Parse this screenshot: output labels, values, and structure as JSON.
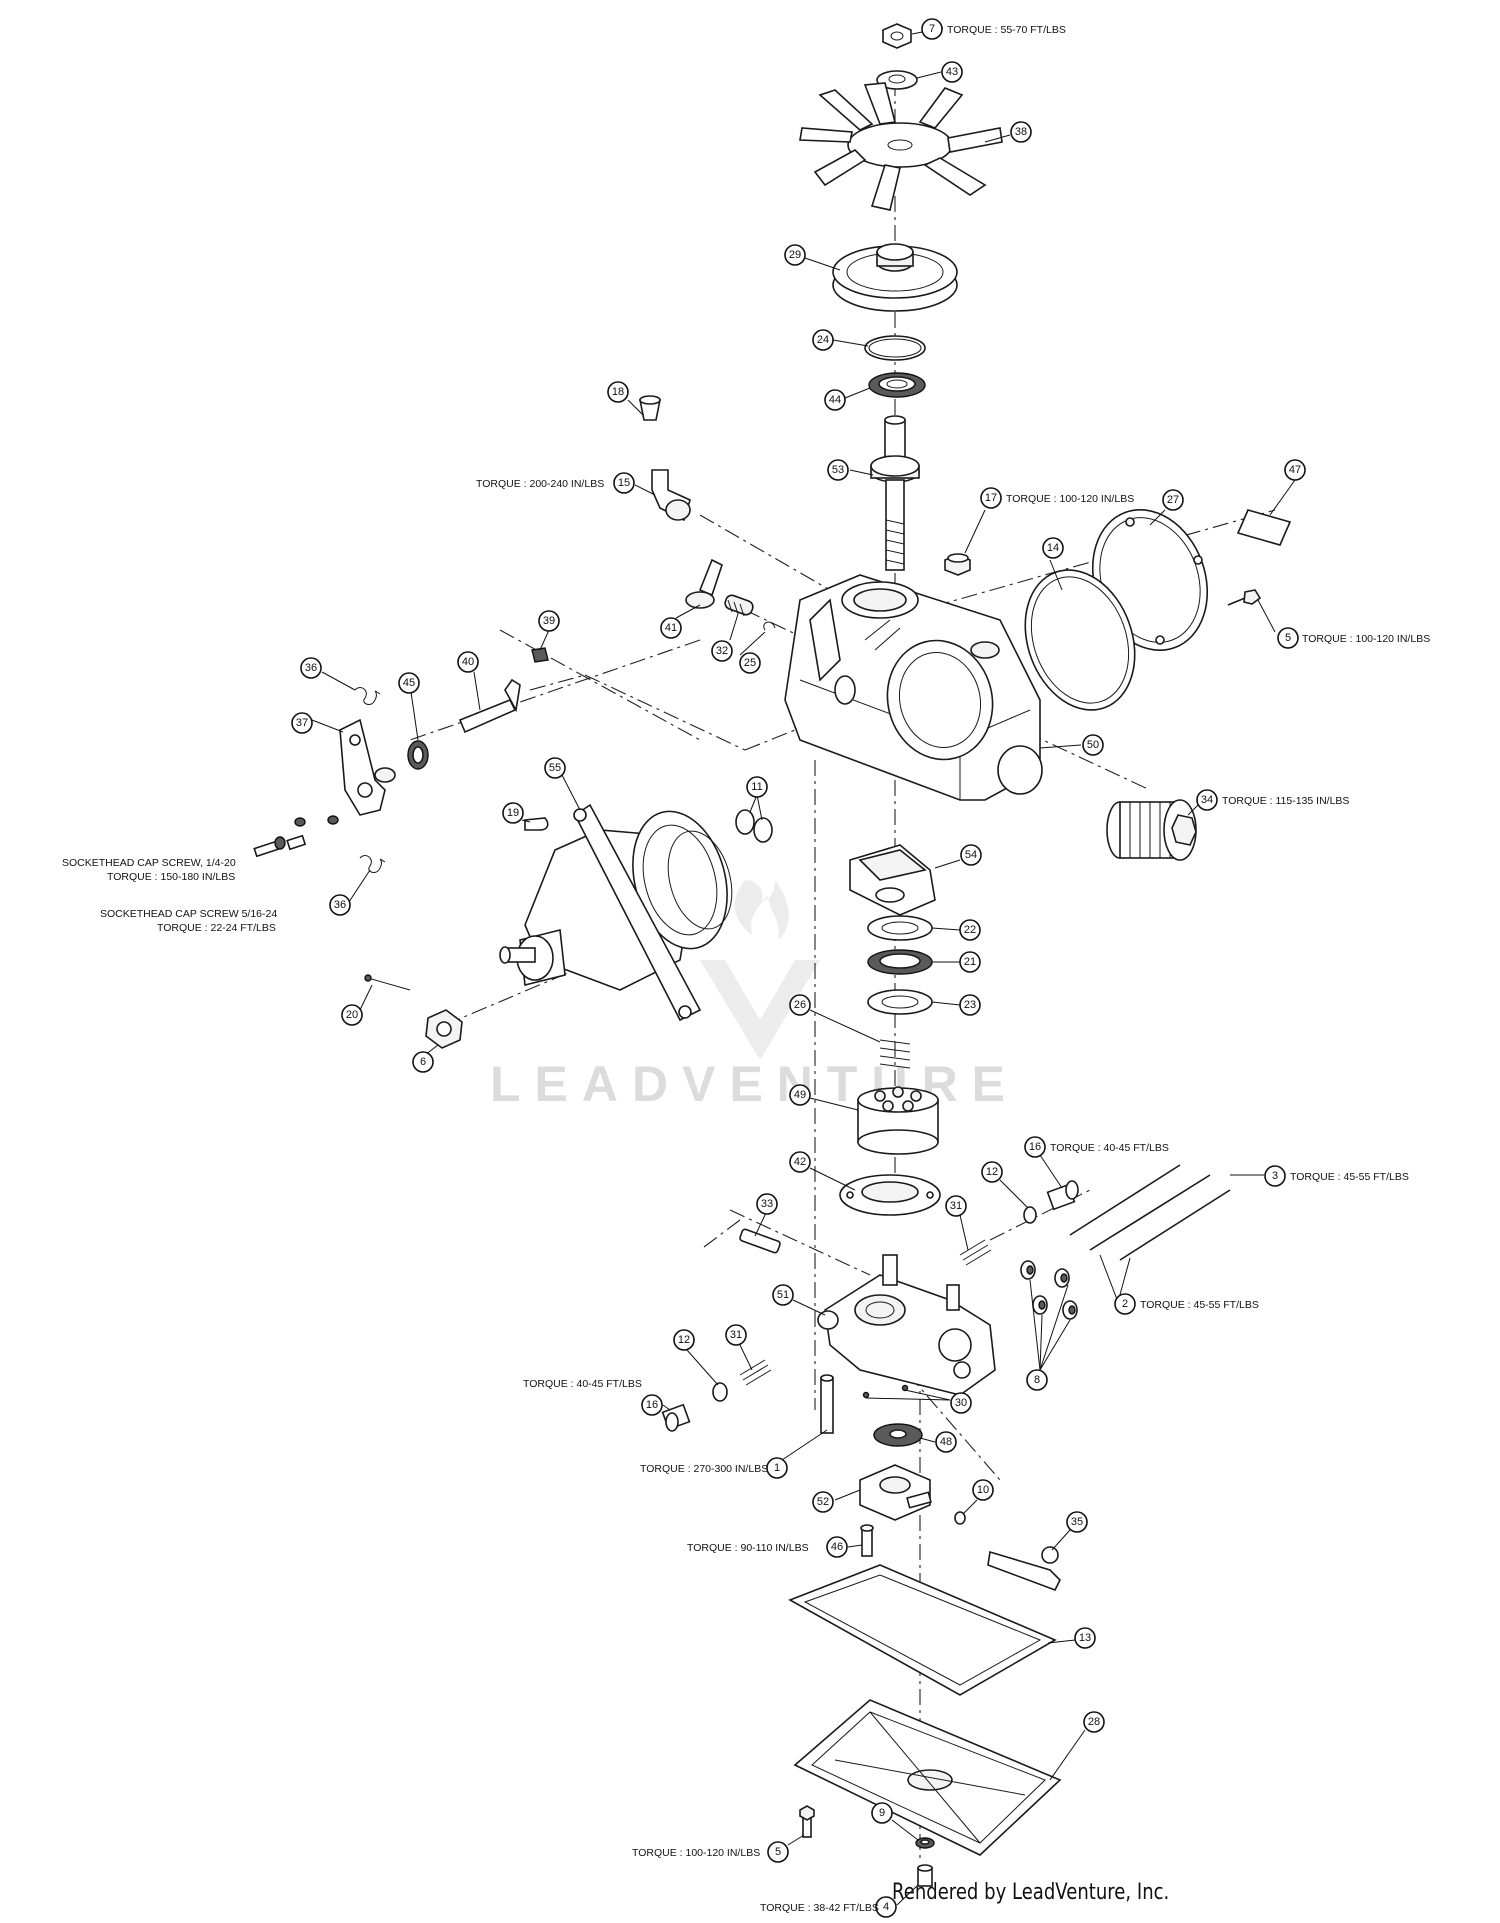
{
  "watermark": {
    "text": "LEADVENTURE"
  },
  "footer": {
    "credit": "Rendered by LeadVenture, Inc."
  },
  "callouts": [
    {
      "num": "7"
    },
    {
      "num": "43"
    },
    {
      "num": "38"
    },
    {
      "num": "29"
    },
    {
      "num": "24"
    },
    {
      "num": "44"
    },
    {
      "num": "18"
    },
    {
      "num": "53"
    },
    {
      "num": "15"
    },
    {
      "num": "17"
    },
    {
      "num": "47"
    },
    {
      "num": "27"
    },
    {
      "num": "14"
    },
    {
      "num": "5"
    },
    {
      "num": "41"
    },
    {
      "num": "32"
    },
    {
      "num": "25"
    },
    {
      "num": "39"
    },
    {
      "num": "36"
    },
    {
      "num": "45"
    },
    {
      "num": "40"
    },
    {
      "num": "37"
    },
    {
      "num": "55"
    },
    {
      "num": "11"
    },
    {
      "num": "50"
    },
    {
      "num": "19"
    },
    {
      "num": "34"
    },
    {
      "num": "54"
    },
    {
      "num": "36"
    },
    {
      "num": "22"
    },
    {
      "num": "21"
    },
    {
      "num": "20"
    },
    {
      "num": "26"
    },
    {
      "num": "23"
    },
    {
      "num": "6"
    },
    {
      "num": "49"
    },
    {
      "num": "16"
    },
    {
      "num": "3"
    },
    {
      "num": "12"
    },
    {
      "num": "42"
    },
    {
      "num": "33"
    },
    {
      "num": "31"
    },
    {
      "num": "2"
    },
    {
      "num": "51"
    },
    {
      "num": "12"
    },
    {
      "num": "31"
    },
    {
      "num": "8"
    },
    {
      "num": "16"
    },
    {
      "num": "30"
    },
    {
      "num": "48"
    },
    {
      "num": "1"
    },
    {
      "num": "52"
    },
    {
      "num": "10"
    },
    {
      "num": "35"
    },
    {
      "num": "46"
    },
    {
      "num": "13"
    },
    {
      "num": "28"
    },
    {
      "num": "5"
    },
    {
      "num": "9"
    },
    {
      "num": "4"
    }
  ],
  "torque_labels": [
    {
      "text": "TORQUE : 55-70 FT/LBS"
    },
    {
      "text": "TORQUE : 200-240 IN/LBS"
    },
    {
      "text": "TORQUE : 100-120 IN/LBS"
    },
    {
      "text": "TORQUE : 100-120 IN/LBS"
    },
    {
      "text": "TORQUE : 115-135 IN/LBS"
    },
    {
      "text": "SOCKETHEAD CAP SCREW, 1/4-20"
    },
    {
      "text": "TORQUE : 150-180 IN/LBS"
    },
    {
      "text": "SOCKETHEAD CAP SCREW 5/16-24"
    },
    {
      "text": "TORQUE : 22-24 FT/LBS"
    },
    {
      "text": "TORQUE : 40-45 FT/LBS"
    },
    {
      "text": "TORQUE : 45-55 FT/LBS"
    },
    {
      "text": "TORQUE : 45-55 FT/LBS"
    },
    {
      "text": "TORQUE : 40-45 FT/LBS"
    },
    {
      "text": "TORQUE : 270-300 IN/LBS"
    },
    {
      "text": "TORQUE : 90-110 IN/LBS"
    },
    {
      "text": "TORQUE : 100-120 IN/LBS"
    },
    {
      "text": "TORQUE : 38-42 FT/LBS"
    }
  ]
}
